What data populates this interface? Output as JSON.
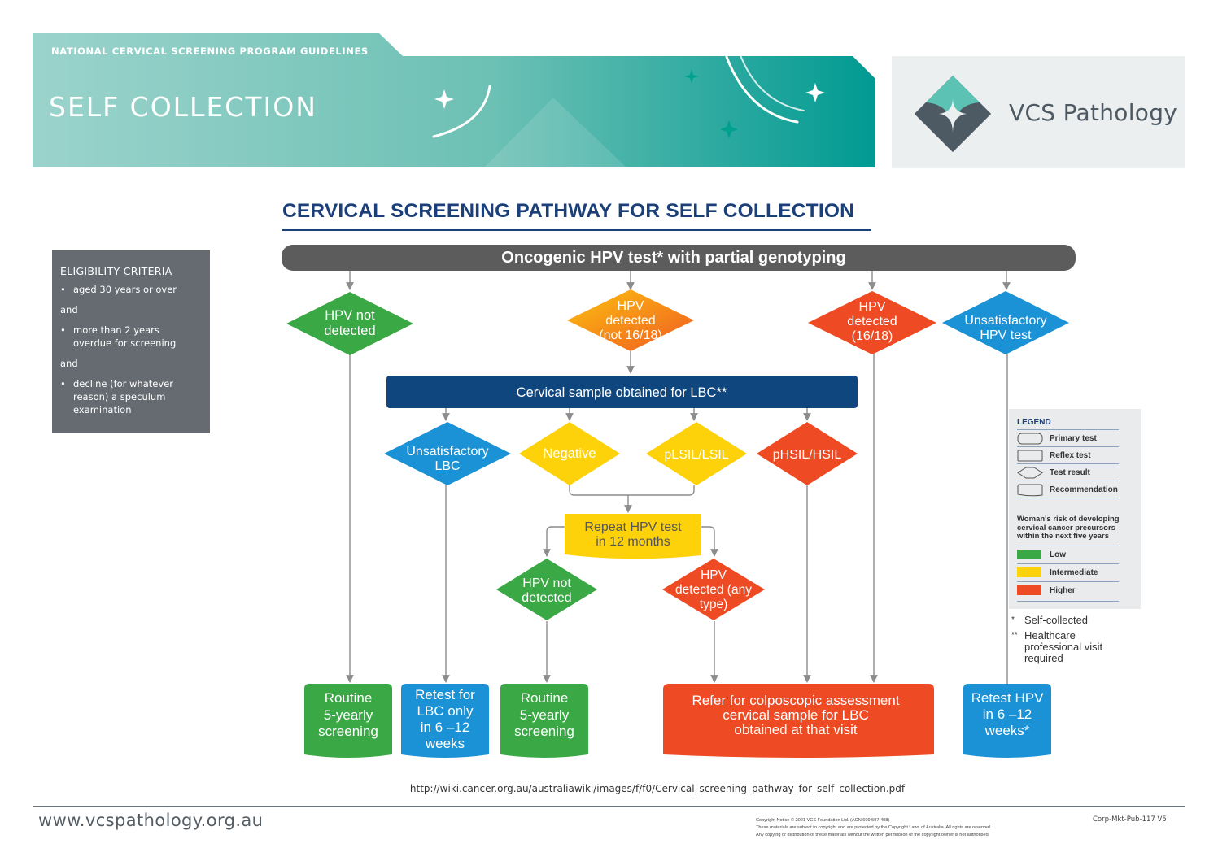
{
  "header": {
    "program_label": "NATIONAL CERVICAL SCREENING PROGRAM GUIDELINES",
    "page_heading": "SELF COLLECTION",
    "logo_text": "VCS Pathology",
    "band_color_start": "#9bd3cc",
    "band_color_end": "#009a92"
  },
  "pathway_title": "CERVICAL SCREENING PATHWAY FOR SELF COLLECTION",
  "eligibility": {
    "title": "ELIGIBILITY CRITERIA",
    "criterion_1": "aged 30 years or over",
    "and_1": "and",
    "criterion_2a": "more than 2 years",
    "criterion_2b": "overdue for screening",
    "and_2": "and",
    "criterion_3a": "decline (for whatever",
    "criterion_3b": "reason) a speculum",
    "criterion_3c": "examination"
  },
  "flow": {
    "primary_test": "Oncogenic HPV test* with partial genotyping",
    "hpv_not_detected_l1": "HPV not",
    "hpv_not_detected_l2": "detected",
    "hpv_not16_l1": "HPV",
    "hpv_not16_l2": "detected",
    "hpv_not16_l3": "(not 16/18)",
    "hpv_16_l1": "HPV",
    "hpv_16_l2": "detected",
    "hpv_16_l3": "(16/18)",
    "unsat_hpv_l1": "Unsatisfactory",
    "unsat_hpv_l2": "HPV test",
    "reflex_test": "Cervical sample obtained for LBC**",
    "unsat_lbc_l1": "Unsatisfactory",
    "unsat_lbc_l2": "LBC",
    "negative": "Negative",
    "plsil": "pLSIL/LSIL",
    "phsil": "pHSIL/HSIL",
    "repeat_l1": "Repeat HPV test",
    "repeat_l2": "in 12 months",
    "repeat_not_detected_l1": "HPV not",
    "repeat_not_detected_l2": "detected",
    "repeat_detected_l1": "HPV",
    "repeat_detected_l2": "detected (any",
    "repeat_detected_l3": "type)",
    "routine_a_l1": "Routine",
    "routine_a_l2": "5-yearly",
    "routine_a_l3": "screening",
    "retest_lbc_l1": "Retest for",
    "retest_lbc_l2": "LBC only",
    "retest_lbc_l3": "in 6 –12",
    "retest_lbc_l4": "weeks",
    "routine_b_l1": "Routine",
    "routine_b_l2": "5-yearly",
    "routine_b_l3": "screening",
    "refer_l1": "Refer for colposcopic assessment",
    "refer_l2": "cervical sample for LBC",
    "refer_l3": "obtained at that visit",
    "retest_hpv_l1": "Retest HPV",
    "retest_hpv_l2": "in 6 –12",
    "retest_hpv_l3": "weeks*"
  },
  "legend": {
    "title": "LEGEND",
    "primary": "Primary test",
    "reflex": "Reflex test",
    "result": "Test result",
    "recommendation": "Recommendation",
    "risk_l1": "Woman's risk of developing",
    "risk_l2": "cervical cancer precursors",
    "risk_l3": "within the next five years",
    "low": "Low",
    "intermediate": "Intermediate",
    "higher": "Higher"
  },
  "notes": {
    "star_mark": "*",
    "star_text": "Self-collected",
    "dstar_mark": "**",
    "dstar_text_l1": "Healthcare",
    "dstar_text_l2": "professional visit",
    "dstar_text_l3": "required"
  },
  "colors": {
    "low": "#3aa845",
    "intermediate": "#fdd20a",
    "higher": "#ee4a23",
    "unsatisfactory": "#1b92d6",
    "primary_bar": "#5c5c5c",
    "reflex_bar": "#10467e",
    "title_blue": "#1b3f78"
  },
  "footer": {
    "source_url": "http://wiki.cancer.org.au/australiawiki/images/f/f0/Cervical_screening_pathway_for_self_collection.pdf",
    "site_url": "www.vcspathology.org.au",
    "copyright_l1": "Copyright Notice © 2021 VCS Foundation Ltd. (ACN 609 597 408)",
    "copyright_l2": "These materials are subject to copyright and are protected by the Copyright Laws of Australia. All rights are reserved.",
    "copyright_l3": "Any copying or distribution of these materials without the written permission of the copyright owner is not authorised.",
    "doc_code": "Corp-Mkt-Pub-117 V5"
  }
}
